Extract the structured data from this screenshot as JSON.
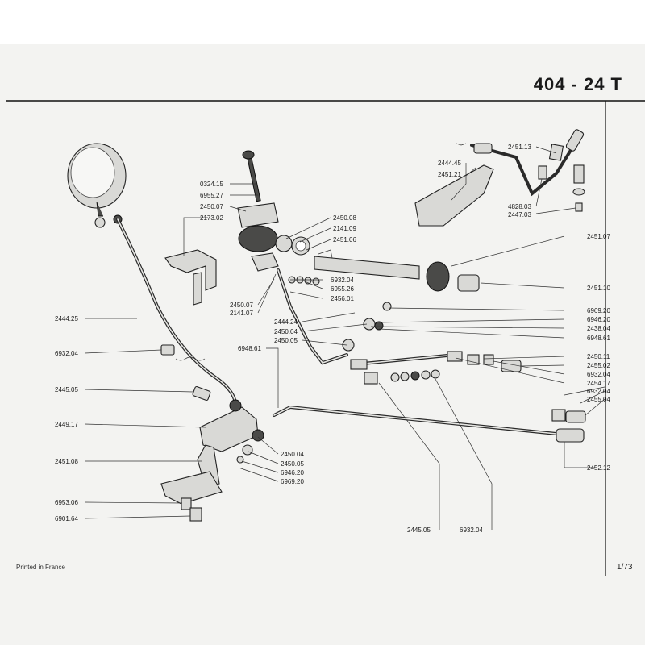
{
  "title": "404 - 24 T",
  "footer": {
    "printed": "Printed in France",
    "page": "1/73"
  },
  "labels": [
    {
      "id": "l01",
      "text": "0324.15"
    },
    {
      "id": "l02",
      "text": "6955.27"
    },
    {
      "id": "l03",
      "text": "2450.07"
    },
    {
      "id": "l04",
      "text": "2173.02"
    },
    {
      "id": "l05",
      "text": "2450.08"
    },
    {
      "id": "l06",
      "text": "2141.09"
    },
    {
      "id": "l07",
      "text": "2451.06"
    },
    {
      "id": "l08",
      "text": "2444.45"
    },
    {
      "id": "l09",
      "text": "2451.21"
    },
    {
      "id": "l10",
      "text": "2451.13"
    },
    {
      "id": "l11",
      "text": "4828.03"
    },
    {
      "id": "l12",
      "text": "2447.03"
    },
    {
      "id": "l13",
      "text": "2451.07"
    },
    {
      "id": "l14",
      "text": "6932.04"
    },
    {
      "id": "l15",
      "text": "6955.26"
    },
    {
      "id": "l16",
      "text": "2456.01"
    },
    {
      "id": "l17",
      "text": "2451.10"
    },
    {
      "id": "l18",
      "text": "2450.07"
    },
    {
      "id": "l19",
      "text": "2141.07"
    },
    {
      "id": "l20",
      "text": "2444.24"
    },
    {
      "id": "l21",
      "text": "2450.04"
    },
    {
      "id": "l22",
      "text": "2450.05"
    },
    {
      "id": "l23",
      "text": "6948.61"
    },
    {
      "id": "l24",
      "text": "6969.20"
    },
    {
      "id": "l25",
      "text": "6946.20"
    },
    {
      "id": "l26",
      "text": "2438.04"
    },
    {
      "id": "l27",
      "text": "6948.61"
    },
    {
      "id": "l28",
      "text": "2444.25"
    },
    {
      "id": "l29",
      "text": "6932.04"
    },
    {
      "id": "l30",
      "text": "2450.11"
    },
    {
      "id": "l31",
      "text": "2455.02"
    },
    {
      "id": "l32",
      "text": "6932.04"
    },
    {
      "id": "l33",
      "text": "2454.17"
    },
    {
      "id": "l34",
      "text": "6932.04"
    },
    {
      "id": "l35",
      "text": "2455.04"
    },
    {
      "id": "l36",
      "text": "2445.05"
    },
    {
      "id": "l37",
      "text": "2449.17"
    },
    {
      "id": "l38",
      "text": "2451.08"
    },
    {
      "id": "l39",
      "text": "2450.04"
    },
    {
      "id": "l40",
      "text": "2450.05"
    },
    {
      "id": "l41",
      "text": "6946.20"
    },
    {
      "id": "l42",
      "text": "6969.20"
    },
    {
      "id": "l43",
      "text": "2452.12"
    },
    {
      "id": "l44",
      "text": "6953.06"
    },
    {
      "id": "l45",
      "text": "6901.64"
    },
    {
      "id": "l46",
      "text": "2445.05"
    },
    {
      "id": "l47",
      "text": "6932.04"
    }
  ]
}
